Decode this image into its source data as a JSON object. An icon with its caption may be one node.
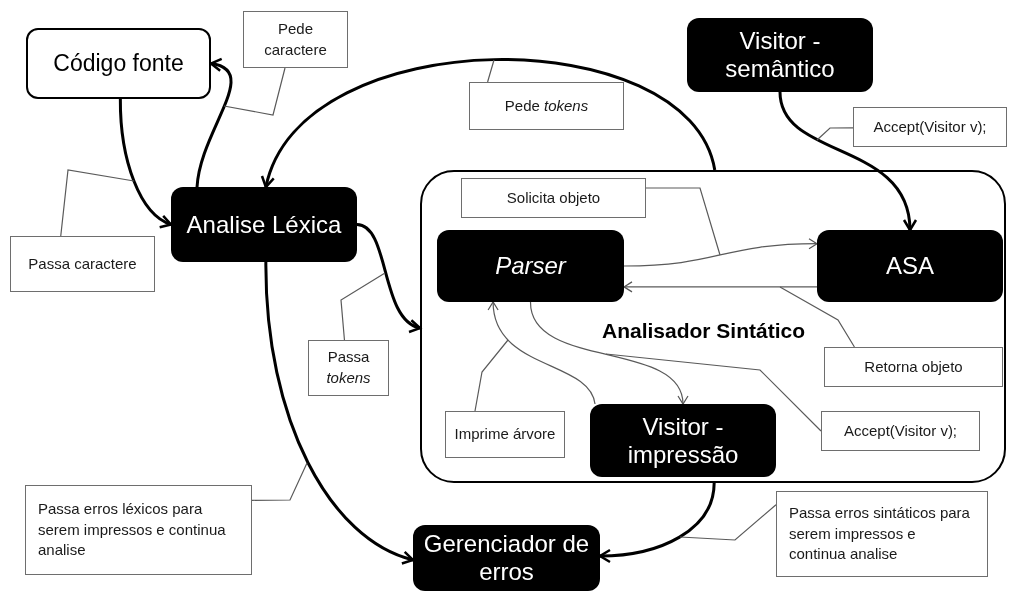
{
  "diagram": {
    "nodes": [
      {
        "text": [
          "Código fonte"
        ]
      },
      {
        "text": [
          "Analise Léxica"
        ]
      },
      {
        "text": [
          "Analisador Sintático"
        ]
      },
      {
        "text": [
          "Parser"
        ],
        "in": 2
      },
      {
        "text": [
          "ASA"
        ],
        "in": 2
      },
      {
        "text": [
          "Visitor - impressão"
        ],
        "in": 2
      },
      {
        "text": [
          "Visitor - semântico"
        ]
      },
      {
        "text": [
          "Gerenciador de erros"
        ]
      },
      {
        "text": [
          "Pede caractere"
        ]
      },
      {
        "text": [
          "Passa caractere"
        ]
      },
      {
        "text": [
          "Pede *tokens*"
        ]
      },
      {
        "text": [
          "Accept(Visitor v);"
        ]
      },
      {
        "text": [
          "Solicita objeto"
        ],
        "in": 2
      },
      {
        "text": [
          "Passa *tokens*"
        ]
      },
      {
        "text": [
          "Imprime árvore"
        ],
        "in": 2
      },
      {
        "text": [
          "Retorna objeto"
        ],
        "in": 2
      },
      {
        "text": [
          "Accept(Visitor v);"
        ],
        "in": 2
      },
      {
        "text": [
          "Passa erros léxicos para serem impressos e continua analise"
        ]
      },
      {
        "text": [
          "Passa erros sintáticos para serem impressos e continua analise"
        ]
      }
    ],
    "edges": [
      {
        "from": 0,
        "to": 1,
        "arrow": "to",
        "style": "thick",
        "color": "#000000"
      },
      {
        "from": 1,
        "to": 0,
        "arrow": "to",
        "style": "thick",
        "color": "#000000"
      },
      {
        "from": 2,
        "to": 1,
        "arrow": "to",
        "style": "thick",
        "color": "#000000"
      },
      {
        "from": 1,
        "to": 2,
        "arrow": "to",
        "style": "thick",
        "color": "#000000"
      },
      {
        "from": 1,
        "to": 7,
        "arrow": "to",
        "style": "thick",
        "color": "#000000"
      },
      {
        "from": 2,
        "to": 7,
        "arrow": "to",
        "style": "thick",
        "color": "#000000"
      },
      {
        "from": 6,
        "to": 4,
        "arrow": "to",
        "style": "thick",
        "color": "#000000"
      },
      {
        "from": 3,
        "to": 4,
        "arrow": "to"
      },
      {
        "from": 4,
        "to": 3,
        "arrow": "to"
      },
      {
        "from": 3,
        "to": 5,
        "arrow": "to"
      },
      {
        "from": 5,
        "to": 3,
        "arrow": "to"
      },
      {
        "from": 8,
        "to": null,
        "arrow": "none"
      },
      {
        "from": 9,
        "to": null,
        "arrow": "none"
      },
      {
        "from": 10,
        "to": null,
        "arrow": "none"
      },
      {
        "from": 11,
        "to": null,
        "arrow": "none"
      },
      {
        "from": 12,
        "to": null,
        "arrow": "none"
      },
      {
        "from": 13,
        "to": null,
        "arrow": "none"
      },
      {
        "from": 14,
        "to": null,
        "arrow": "none"
      },
      {
        "from": 15,
        "to": null,
        "arrow": "none"
      },
      {
        "from": 16,
        "to": null,
        "arrow": "none"
      },
      {
        "from": 17,
        "to": null,
        "arrow": "none"
      },
      {
        "from": 18,
        "to": null,
        "arrow": "none"
      }
    ]
  }
}
